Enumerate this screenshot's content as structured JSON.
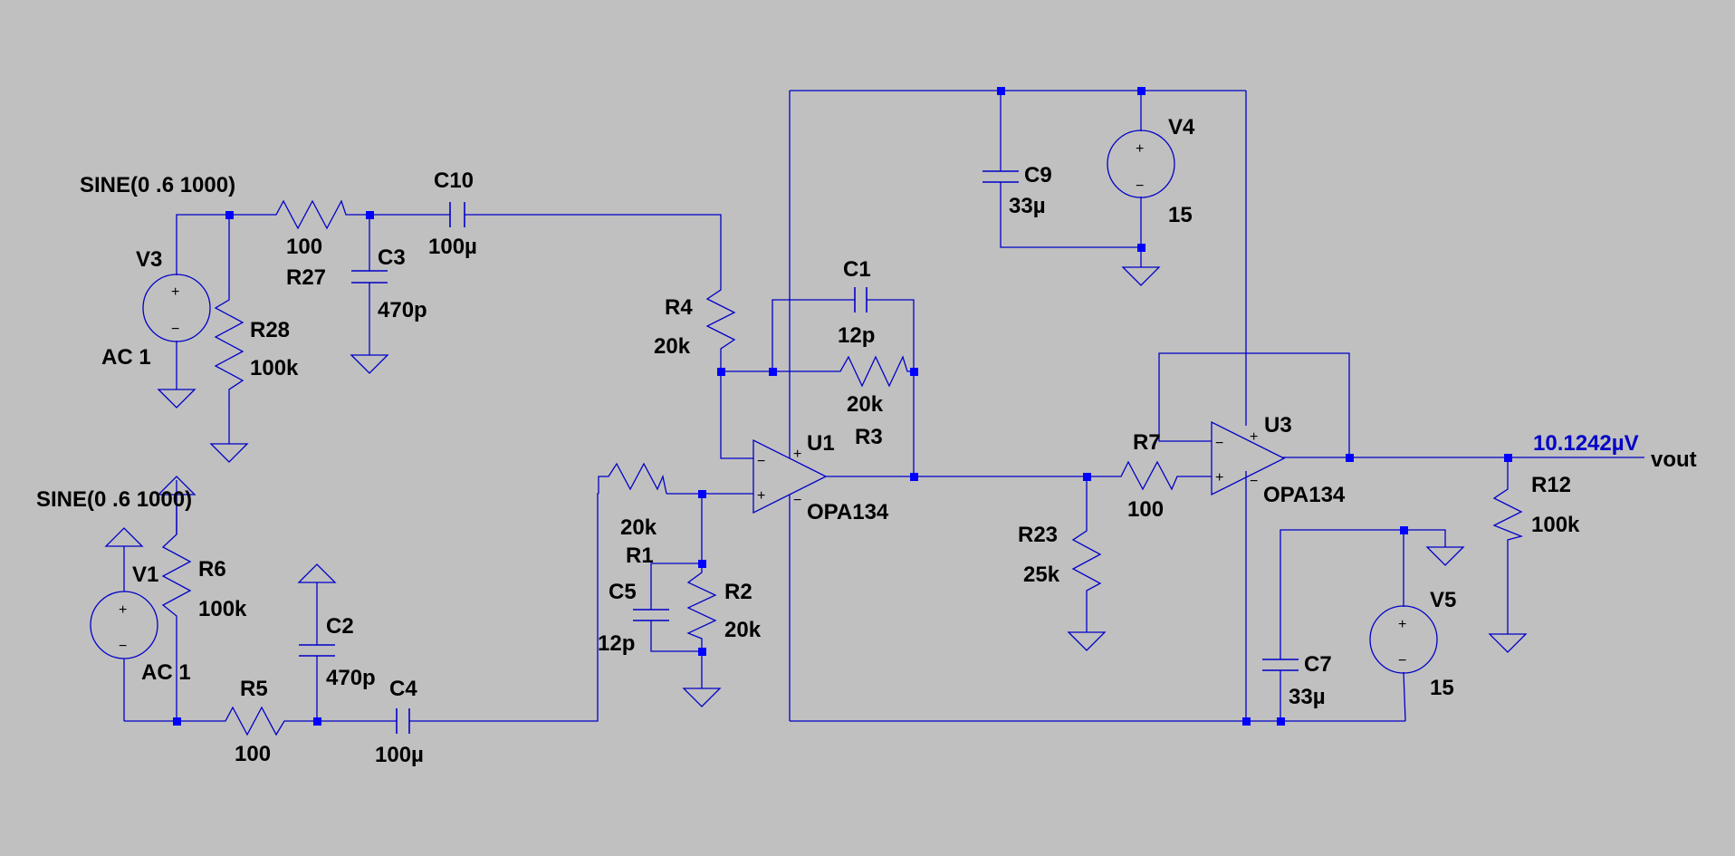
{
  "schematic": {
    "colors": {
      "background": "#c0c0c0",
      "wire": "#0000c8",
      "node": "#0000ff",
      "text": "#000000",
      "probe": "#0000c8"
    },
    "sources": {
      "v3": {
        "name": "V3",
        "spec": "SINE(0 .6 1000)",
        "ac": "AC 1"
      },
      "v1": {
        "name": "V1",
        "spec": "SINE(0 .6 1000)",
        "ac": "AC 1"
      },
      "v4": {
        "name": "V4",
        "value": "15"
      },
      "v5": {
        "name": "V5",
        "value": "15"
      }
    },
    "resistors": {
      "r27": {
        "name": "R27",
        "value": "100"
      },
      "r28": {
        "name": "R28",
        "value": "100k"
      },
      "r4": {
        "name": "R4",
        "value": "20k"
      },
      "r3": {
        "name": "R3",
        "value": "20k"
      },
      "r1": {
        "name": "R1",
        "value": "20k"
      },
      "r2": {
        "name": "R2",
        "value": "20k"
      },
      "r6": {
        "name": "R6",
        "value": "100k"
      },
      "r5": {
        "name": "R5",
        "value": "100"
      },
      "r7": {
        "name": "R7",
        "value": "100"
      },
      "r23": {
        "name": "R23",
        "value": "25k"
      },
      "r12": {
        "name": "R12",
        "value": "100k"
      }
    },
    "capacitors": {
      "c10": {
        "name": "C10",
        "value": "100µ"
      },
      "c3": {
        "name": "C3",
        "value": "470p"
      },
      "c1": {
        "name": "C1",
        "value": "12p"
      },
      "c9": {
        "name": "C9",
        "value": "33µ"
      },
      "c5": {
        "name": "C5",
        "value": "12p"
      },
      "c2": {
        "name": "C2",
        "value": "470p"
      },
      "c4": {
        "name": "C4",
        "value": "100µ"
      },
      "c7": {
        "name": "C7",
        "value": "33µ"
      }
    },
    "opamps": {
      "u1": {
        "name": "U1",
        "model": "OPA134"
      },
      "u3": {
        "name": "U3",
        "model": "OPA134"
      }
    },
    "net_labels": {
      "vout": "vout"
    },
    "probe": {
      "reading": "10.1242µV"
    },
    "pin_marks": {
      "plus": "+",
      "minus": "−"
    }
  }
}
